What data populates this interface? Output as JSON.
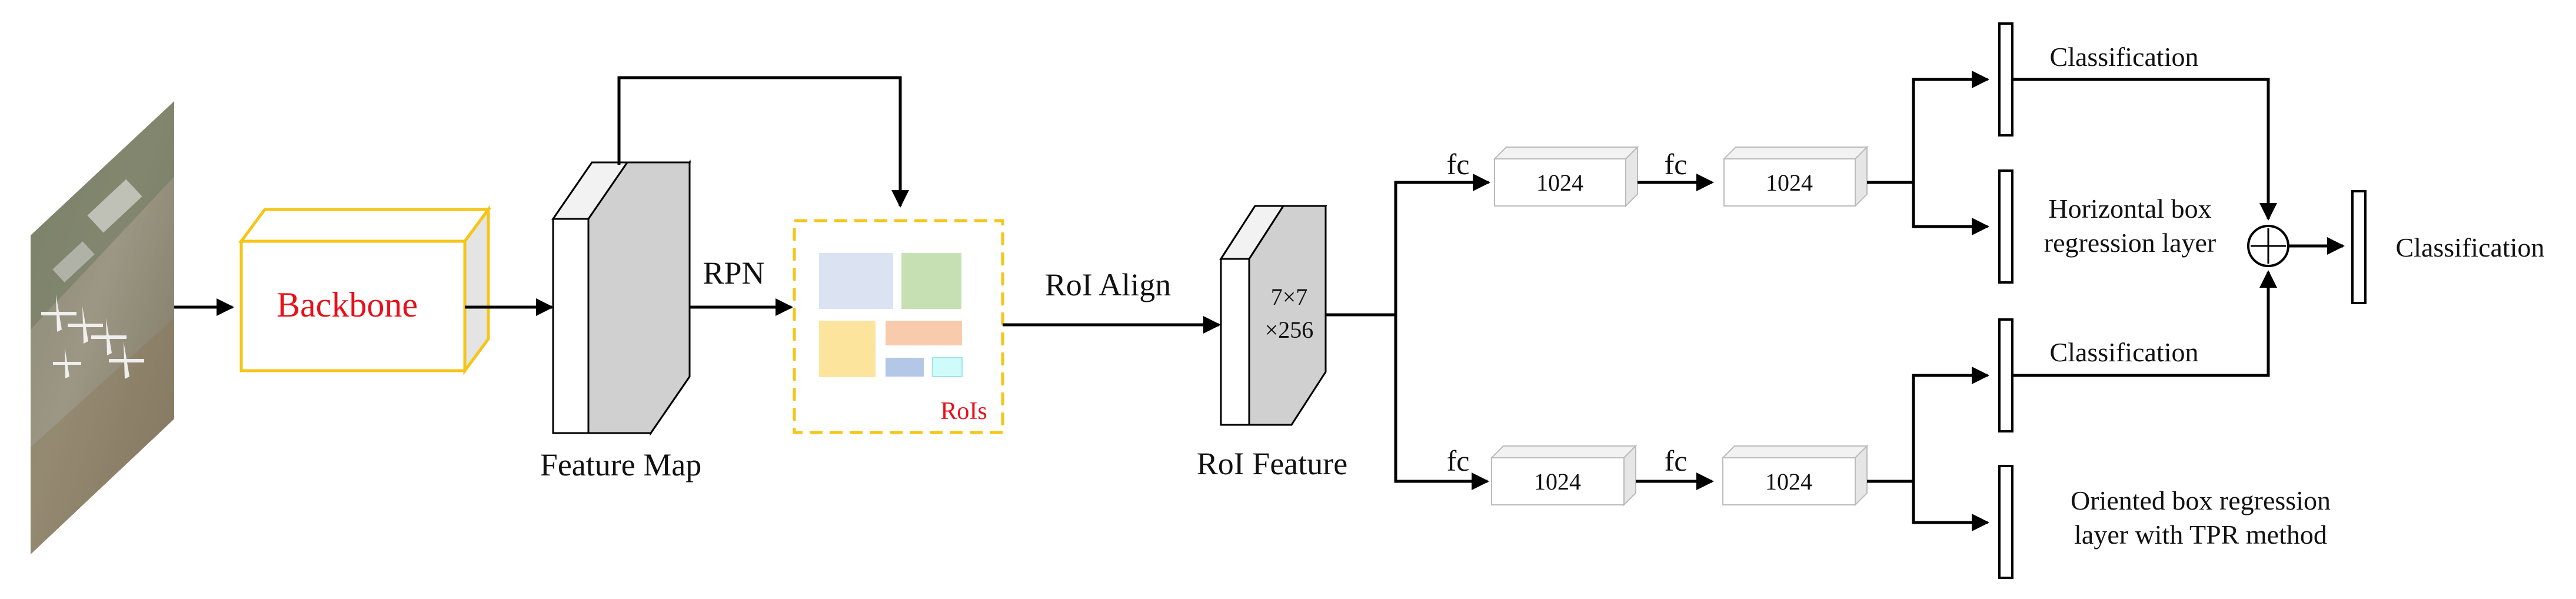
{
  "diagram": {
    "backbone_label": "Backbone",
    "feature_map_label": "Feature Map",
    "rpn_label": "RPN",
    "rois_label": "RoIs",
    "roi_align_label": "RoI Align",
    "roi_feature_label": "RoI Feature",
    "roi_feature_dims_line1": "7×7",
    "roi_feature_dims_line2": "×256",
    "fc_label": "fc",
    "fc_size": "1024",
    "top_branch": {
      "out1_label": "Classification",
      "out2_line1": "Horizontal box",
      "out2_line2": "regression layer"
    },
    "bottom_branch": {
      "out1_label": "Classification",
      "out2_line1": "Oriented box regression",
      "out2_line2": "layer with TPR method"
    },
    "final_label": "Classification",
    "combine_symbol": "+"
  },
  "colors": {
    "backbone_border": "#f5c518",
    "backbone_text": "#e8101a",
    "rois_border": "#f5c518",
    "rois_text": "#e8101a",
    "roi_box_blue": "#dbe3f3",
    "roi_box_green": "#c6e0b4",
    "roi_box_yellow": "#fde49d",
    "roi_box_salmon": "#f8cbad",
    "roi_box_periwinkle": "#b4c7e7",
    "roi_box_cyan": "#cffbfb",
    "feature_face": "#d0d0d0",
    "fc_box_side": "#e6e6e6"
  },
  "icons": [
    "aerial-image",
    "plus-circle-icon"
  ]
}
